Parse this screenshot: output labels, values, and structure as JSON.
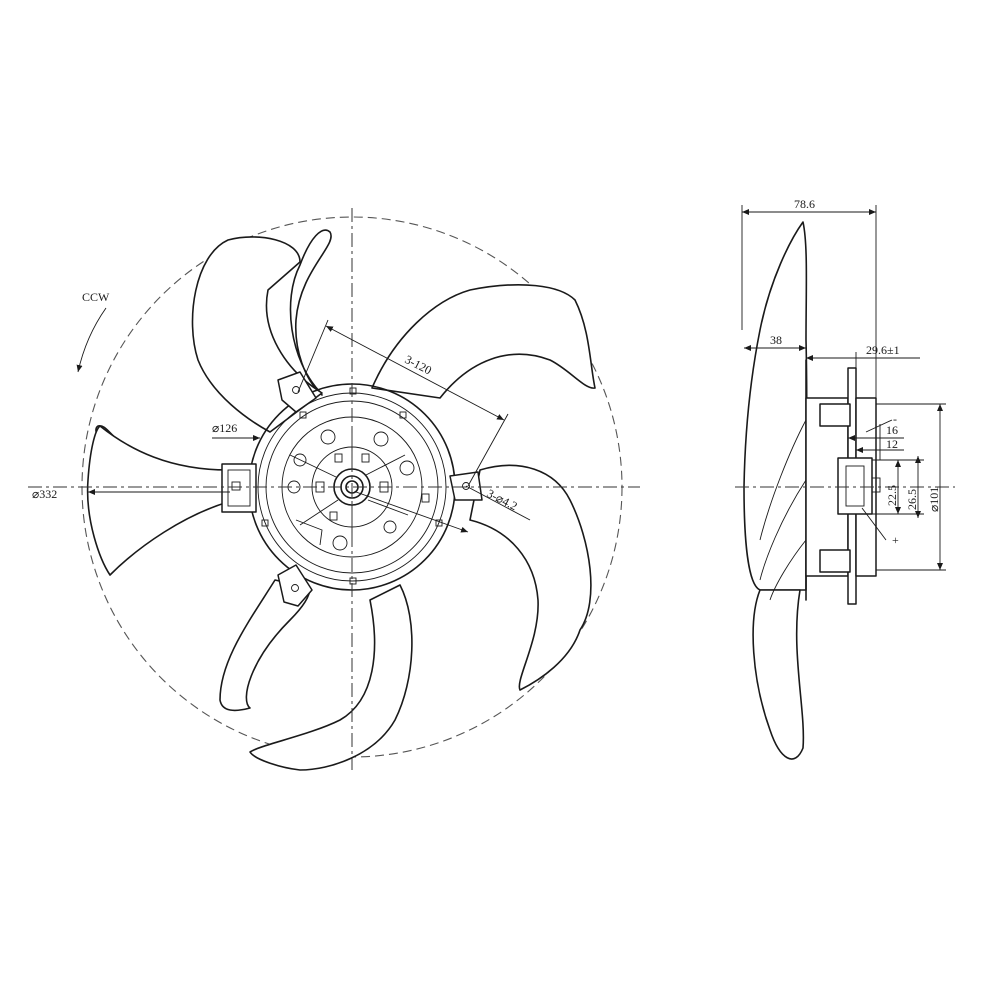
{
  "front_view": {
    "rotation": "CCW",
    "fan_diameter": "⌀332",
    "motor_diameter": "⌀126",
    "bolt_circle": "3-120",
    "mount_holes": "3-⌀4.2"
  },
  "side_view": {
    "overall_depth": "78.6",
    "blade_depth": "38",
    "motor_offset": "29.6±1",
    "dim_16": "16",
    "dim_12": "12",
    "dim_22_5": "22.5",
    "dim_26_5": "26.5",
    "motor_diameter": "⌀101",
    "terminal_negative": "-",
    "terminal_positive": "+"
  }
}
